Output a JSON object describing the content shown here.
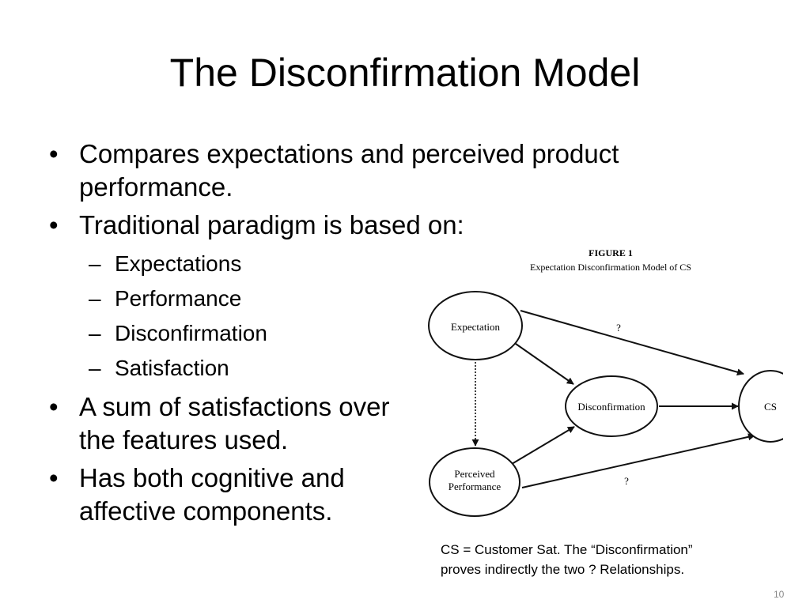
{
  "title": "The Disconfirmation Model",
  "bullets": [
    {
      "text": "Compares expectations and perceived product performance."
    },
    {
      "text": "Traditional paradigm is based on:",
      "sub": [
        "Expectations",
        "Performance",
        "Disconfirmation",
        "Satisfaction"
      ]
    },
    {
      "text": "A sum of satisfactions over the features used."
    },
    {
      "text": "Has both cognitive and affective components."
    }
  ],
  "bullet_symbol": "•",
  "sub_symbol": "–",
  "figure": {
    "label": "FIGURE 1",
    "caption": "Expectation Disconfirmation Model of CS",
    "nodes": {
      "expectation": "Expectation",
      "perceived_line1": "Perceived",
      "perceived_line2": "Performance",
      "disconfirmation": "Disconfirmation",
      "cs": "CS"
    },
    "edge_labels": {
      "top": "?",
      "bottom": "?"
    }
  },
  "note_line1": "CS = Customer Sat.  The “Disconfirmation”",
  "note_line2": "proves  indirectly the two  ? Relationships.",
  "page_number": "10"
}
